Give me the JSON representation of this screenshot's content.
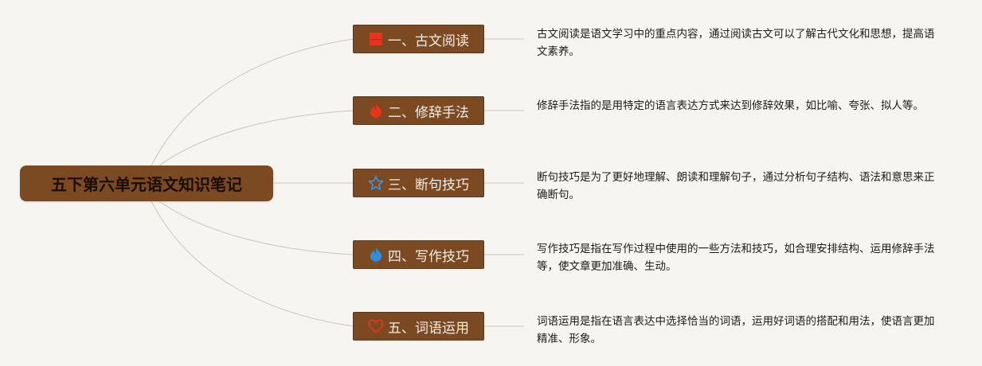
{
  "root": {
    "title": "五下第六单元语文知识笔记"
  },
  "branches": [
    {
      "icon": "red-flag-icon",
      "label": "一、古文阅读",
      "description": "古文阅读是语文学习中的重点内容，通过阅读古文可以了解古代文化和思想，提高语文素养。"
    },
    {
      "icon": "red-flame-icon",
      "label": "二、修辞手法",
      "description": "修辞手法指的是用特定的语言表达方式来达到修辞效果，如比喻、夸张、拟人等。"
    },
    {
      "icon": "blue-star-icon",
      "label": "三、断句技巧",
      "description": "断句技巧是为了更好地理解、朗读和理解句子，通过分析句子结构、语法和意思来正确断句。"
    },
    {
      "icon": "blue-flame-icon",
      "label": "四、写作技巧",
      "description": "写作技巧是指在写作过程中使用的一些方法和技巧，如合理安排结构、运用修辞手法等，使文章更加准确、生动。"
    },
    {
      "icon": "red-heart-icon",
      "label": "五、词语运用",
      "description": "词语运用是指在语言表达中选择恰当的词语，运用好词语的搭配和用法，使语言更加精准、形象。"
    }
  ],
  "colors": {
    "node_fill": "#7b4a22",
    "connector": "#c9c5bf",
    "background": "#f7f5f2"
  }
}
